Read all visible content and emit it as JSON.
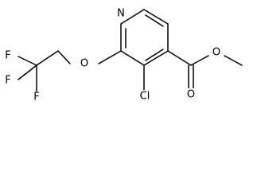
{
  "molecule": {
    "atoms": {
      "n1": "N",
      "o_ether": "O",
      "f1": "F",
      "f2": "F",
      "f3": "F",
      "cl": "Cl",
      "o_carbonyl": "O",
      "o_ester": "O"
    },
    "colors": {
      "bond": "#000000",
      "label": "#000000",
      "background": "#ffffff"
    }
  }
}
